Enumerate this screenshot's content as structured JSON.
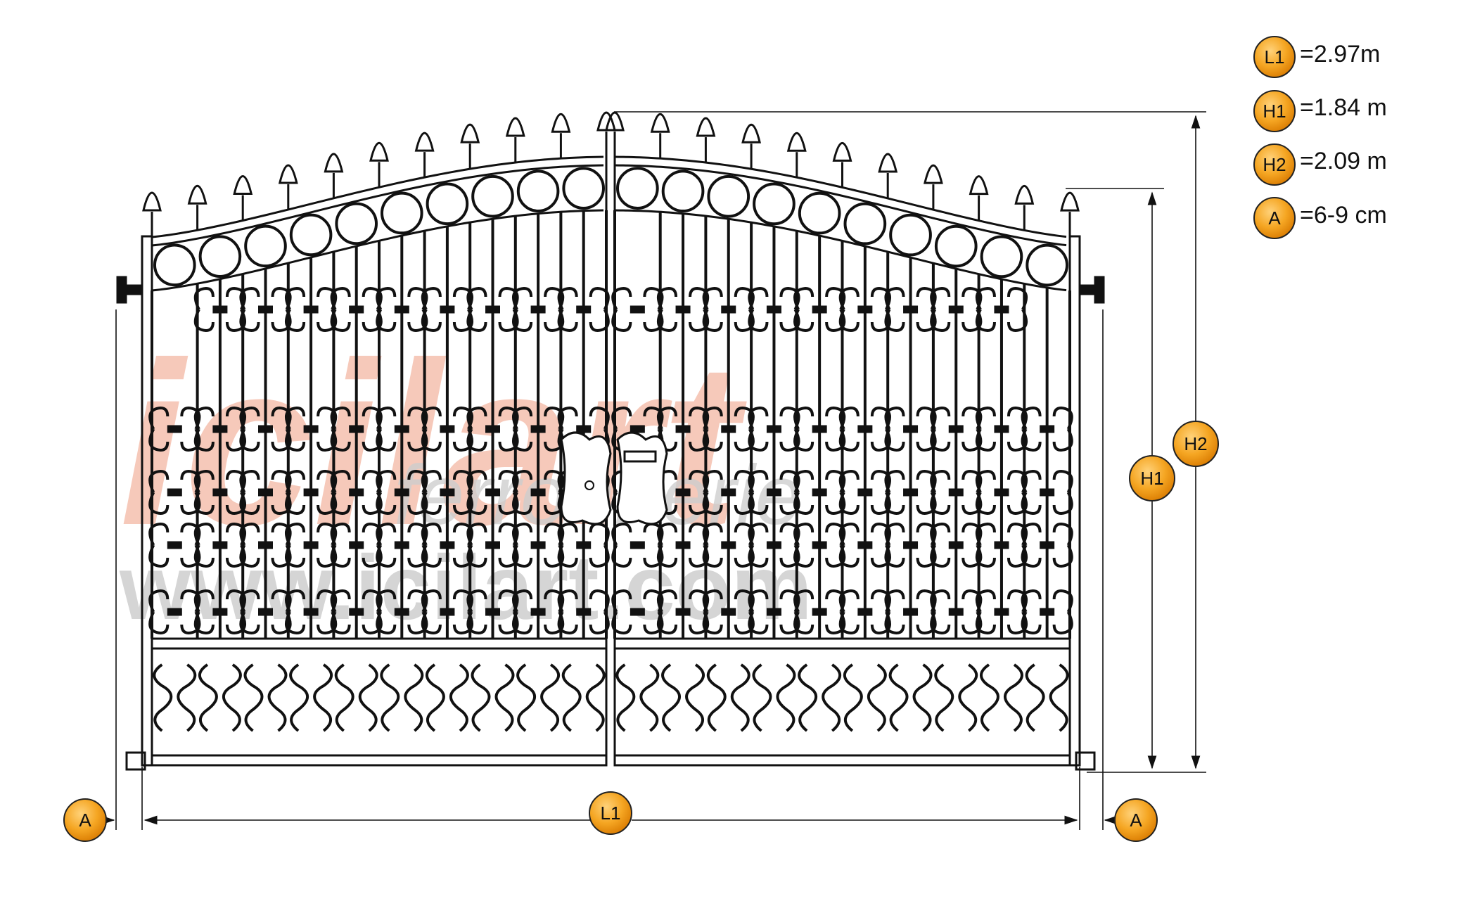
{
  "legend": [
    {
      "code": "L1",
      "value": "=2.97m"
    },
    {
      "code": "H1",
      "value": "=1.84 m"
    },
    {
      "code": "H2",
      "value": "=2.09 m"
    },
    {
      "code": "A",
      "value": "=6-9 cm"
    }
  ],
  "dimension_labels": {
    "width": "L1",
    "height_side": "H1",
    "height_peak": "H2",
    "gap_left": "A",
    "gap_right": "A"
  },
  "watermark": {
    "brand": "icilart",
    "tagline": "ferronnerie",
    "url": "www.icilart.com"
  },
  "colors": {
    "badge_orange": "#f5a623",
    "badge_orange_dark": "#e07b00",
    "line": "#111111",
    "watermark_orange": "#f3b09a",
    "watermark_grey": "#c8c8c8"
  }
}
